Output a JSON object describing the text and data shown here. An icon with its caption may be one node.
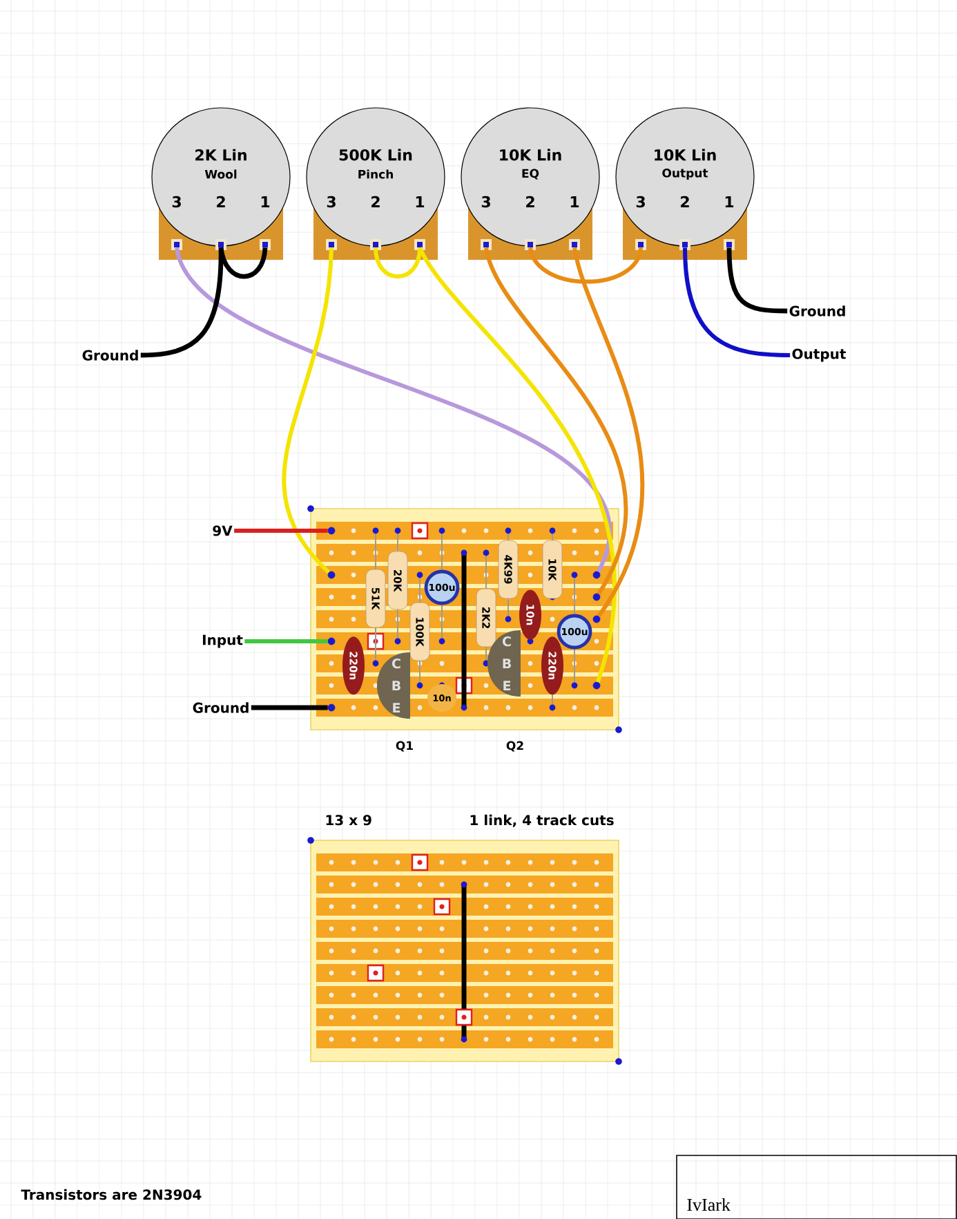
{
  "diagram": {
    "nodes": [
      {
        "text": [
          "2K Lin",
          "Wool"
        ]
      },
      {
        "text": [
          "3"
        ],
        "in": 0
      },
      {
        "text": [
          "2"
        ],
        "in": 0
      },
      {
        "text": [
          "1"
        ],
        "in": 0
      },
      {
        "text": [
          "500K Lin",
          "Pinch"
        ]
      },
      {
        "text": [
          "3"
        ],
        "in": 4
      },
      {
        "text": [
          "2"
        ],
        "in": 4
      },
      {
        "text": [
          "1"
        ],
        "in": 4
      },
      {
        "text": [
          "10K Lin",
          "EQ"
        ]
      },
      {
        "text": [
          "3"
        ],
        "in": 8
      },
      {
        "text": [
          "2"
        ],
        "in": 8
      },
      {
        "text": [
          "1"
        ],
        "in": 8
      },
      {
        "text": [
          "10K Lin",
          "Output"
        ]
      },
      {
        "text": [
          "3"
        ],
        "in": 12
      },
      {
        "text": [
          "2"
        ],
        "in": 12
      },
      {
        "text": [
          "1"
        ],
        "in": 12
      },
      {
        "text": [
          "Ground"
        ]
      },
      {
        "text": [
          "Ground"
        ]
      },
      {
        "text": [
          "Output"
        ]
      },
      {
        "text": [
          "9V"
        ]
      },
      {
        "text": [
          "Input"
        ]
      },
      {
        "text": [
          "Ground"
        ]
      },
      {
        "text": [],
        "shape": "box"
      },
      {
        "text": [
          "51K"
        ],
        "in": 22
      },
      {
        "text": [
          "20K"
        ],
        "in": 22
      },
      {
        "text": [
          "100u"
        ],
        "in": 22
      },
      {
        "text": [
          "100K"
        ],
        "in": 22
      },
      {
        "text": [
          "220n"
        ],
        "in": 22
      },
      {
        "text": [
          "C",
          "B",
          "E"
        ],
        "beside": [
          "Q1"
        ],
        "in": 22
      },
      {
        "text": [
          "10n"
        ],
        "in": 22
      },
      {
        "text": [
          "2K2"
        ],
        "in": 22
      },
      {
        "text": [
          "4K99"
        ],
        "in": 22
      },
      {
        "text": [
          "C",
          "B",
          "E"
        ],
        "beside": [
          "Q2"
        ],
        "in": 22
      },
      {
        "text": [
          "10n"
        ],
        "in": 22
      },
      {
        "text": [
          "10K"
        ],
        "in": 22
      },
      {
        "text": [
          "100u"
        ],
        "in": 22
      },
      {
        "text": [
          "220n"
        ],
        "in": 22
      },
      {
        "text": [],
        "shape": "circle",
        "in": 22
      },
      {
        "text": [],
        "shape": "circle",
        "in": 22
      },
      {
        "text": [],
        "shape": "circle",
        "in": 22
      },
      {
        "text": [],
        "shape": "circle",
        "in": 22
      },
      {
        "text": [],
        "shape": "circle",
        "in": 22
      },
      {
        "text": [],
        "shape": "circle",
        "in": 22
      },
      {
        "text": [],
        "shape": "circle",
        "in": 22
      },
      {
        "text": [],
        "shape": "circle",
        "in": 22
      },
      {
        "text": [
          "IvIark"
        ]
      }
    ],
    "edges": [
      {
        "from": 1,
        "to": 41,
        "arrow": "none",
        "color": "#b898dc"
      },
      {
        "from": 2,
        "to": 17,
        "arrow": "none"
      },
      {
        "from": 2,
        "to": 3,
        "arrow": "none"
      },
      {
        "from": 5,
        "to": 38,
        "arrow": "none",
        "color": "#f4e400"
      },
      {
        "from": 6,
        "to": 7,
        "arrow": "none",
        "color": "#f4e400"
      },
      {
        "from": 7,
        "to": 44,
        "arrow": "none",
        "color": "#f4e400"
      },
      {
        "from": 9,
        "to": 42,
        "arrow": "none",
        "color": "#e88c14"
      },
      {
        "from": 11,
        "to": 43,
        "arrow": "none",
        "color": "#e88c14"
      },
      {
        "from": 10,
        "to": 13,
        "arrow": "none",
        "color": "#e88c14"
      },
      {
        "from": 14,
        "to": 18,
        "arrow": "none",
        "color": "#1010c8"
      },
      {
        "from": 15,
        "to": 16,
        "arrow": "none"
      },
      {
        "from": 19,
        "to": 37,
        "arrow": "none",
        "color": "#d82020"
      },
      {
        "from": 20,
        "to": 39,
        "arrow": "none",
        "color": "#40c840"
      },
      {
        "from": 21,
        "to": 40,
        "arrow": "none"
      }
    ],
    "labels": [
      "13 x 9",
      "1 link, 4 track cuts",
      "Transistors are 2N3904"
    ]
  }
}
